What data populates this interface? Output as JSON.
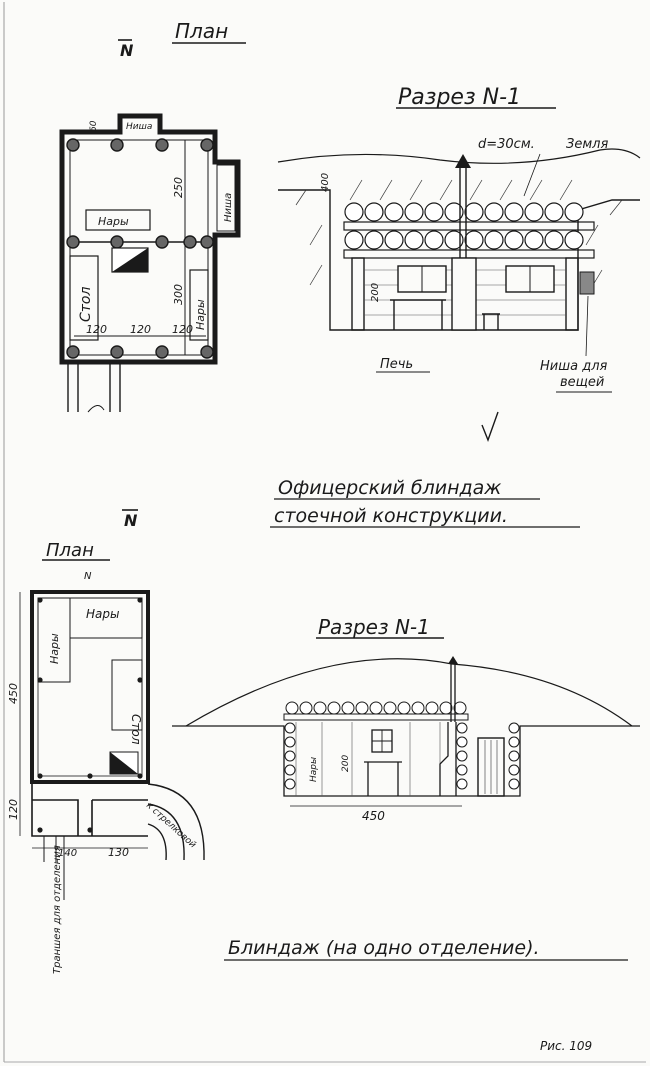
{
  "top": {
    "plan_title": "План",
    "north_mark": "N",
    "section_title": "Разрез N-1",
    "niche_label": "Ниша",
    "bunks_label": "Нары",
    "table_label": "Стол",
    "dims": {
      "d60": "60",
      "d250": "250",
      "d300": "300",
      "d120a": "120",
      "d120b": "120",
      "d120c": "120",
      "d400": "400",
      "d200": "200"
    },
    "log_diameter": "d=30см.",
    "earth_label": "Земля",
    "stove_label": "Печь",
    "niche_things_1": "Ниша для",
    "niche_things_2": "вещей",
    "caption_1": "Офицерский блиндаж",
    "caption_2": "стоечной конструкции."
  },
  "bottom": {
    "north_mark": "N",
    "plan_title": "План",
    "section_title": "Разрез N-1",
    "bunks_label": "Нары",
    "table_label": "Стол",
    "dims": {
      "d450_plan": "450",
      "d120_plan": "120",
      "d140": "140",
      "d130": "130",
      "d450_section": "450",
      "d200": "200"
    },
    "exit_label": "к стрелковой",
    "trench_label": "Траншея для отделения",
    "caption": "Блиндаж (на одно отделение)."
  },
  "stamp": "Рис. 109"
}
